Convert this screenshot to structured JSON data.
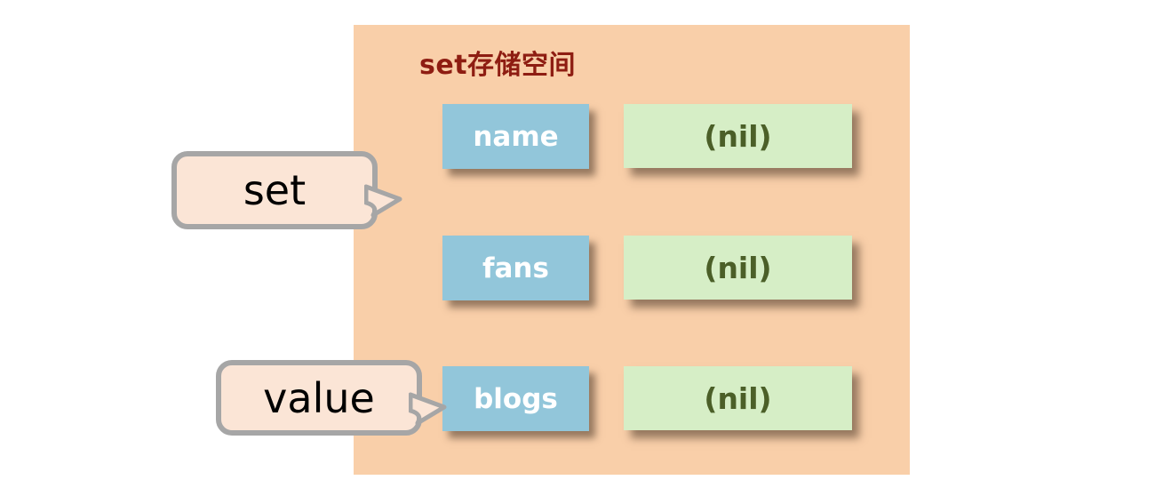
{
  "panel": {
    "title": "set存储空间",
    "rows": [
      {
        "key": "name",
        "value": "(nil)"
      },
      {
        "key": "fans",
        "value": "(nil)"
      },
      {
        "key": "blogs",
        "value": "(nil)"
      }
    ]
  },
  "callouts": {
    "command": {
      "label": "set"
    },
    "value": {
      "label": "value"
    }
  },
  "colors": {
    "panel_bg": "#F9CFA9",
    "panel_title_text": "#8E1D12",
    "key_box_bg": "#92C6DA",
    "key_box_text": "#FFFFFF",
    "value_box_bg": "#D6EEC6",
    "value_box_text": "#4B5F28",
    "callout_bg": "#FBE5D6",
    "callout_border": "#A6A6A6",
    "callout_text": "#000000",
    "page_bg": "#FFFFFF"
  }
}
